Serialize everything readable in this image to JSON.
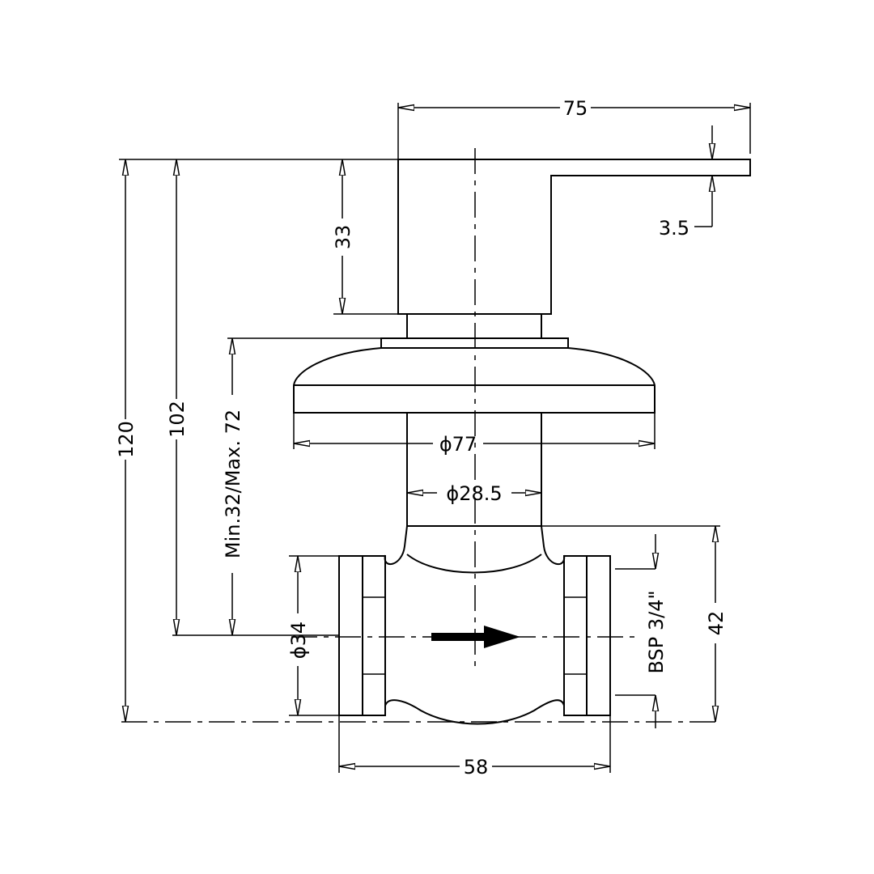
{
  "dimensions": {
    "handle_length": "75",
    "handle_thickness": "3.5",
    "handle_height": "33",
    "total_height": "120",
    "height_to_center": "102",
    "install_depth": "Min.32/Max. 72",
    "flange_diameter": "ϕ77",
    "stem_diameter": "ϕ28.5",
    "pipe_diameter": "ϕ34",
    "body_height": "42",
    "thread": "BSP 3/4\"",
    "body_width": "58"
  }
}
